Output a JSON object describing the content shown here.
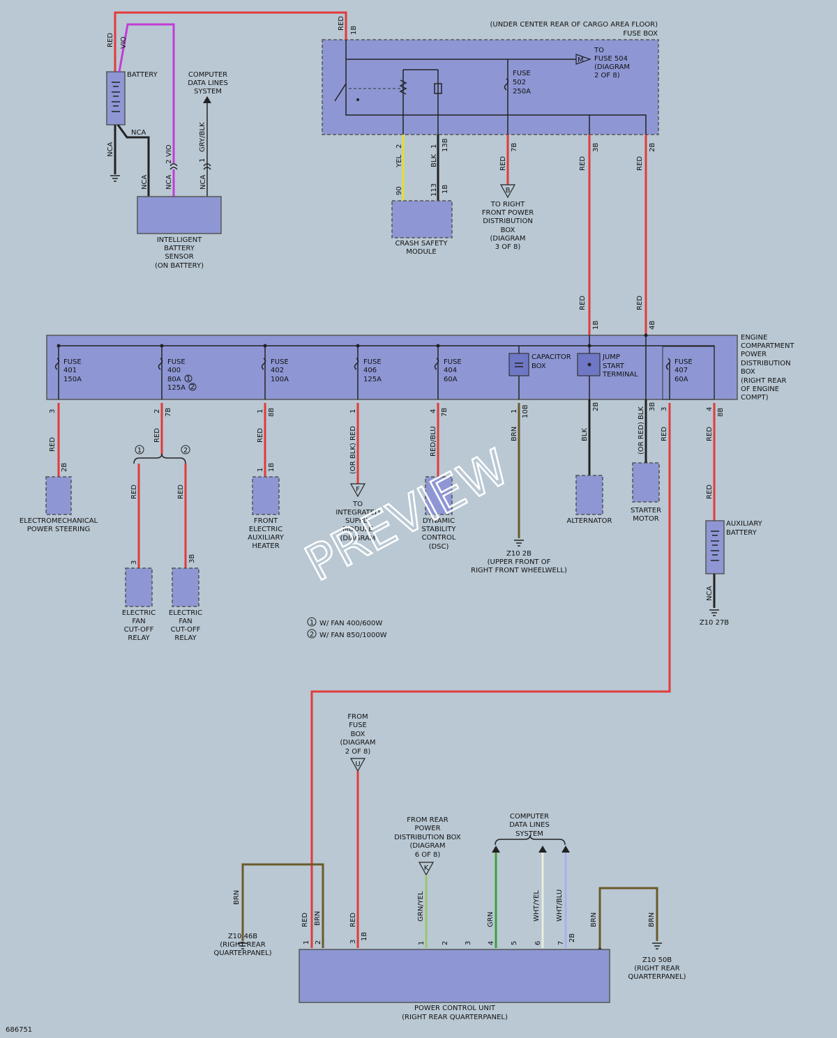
{
  "labels": {
    "fusebox_top": "(UNDER CENTER REAR OF CARGO AREA FLOOR)",
    "fusebox_top2": "FUSE BOX",
    "battery": "BATTERY",
    "cdl1": "COMPUTER",
    "cdl2": "DATA LINES",
    "cdl3": "SYSTEM",
    "ibs1": "INTELLIGENT",
    "ibs2": "BATTERY",
    "ibs3": "SENSOR",
    "ibs4": "(ON BATTERY)",
    "to_fuse504_1": "TO",
    "to_fuse504_2": "FUSE 504",
    "to_fuse504_3": "(DIAGRAM",
    "to_fuse504_4": "2 OF 8)",
    "fuse502_1": "FUSE",
    "fuse502_2": "502",
    "fuse502_3": "250A",
    "csm1": "CRASH SAFETY",
    "csm2": "MODULE",
    "rfp1": "TO RIGHT",
    "rfp2": "FRONT POWER",
    "rfp3": "DISTRIBUTION",
    "rfp4": "BOX",
    "rfp5": "(DIAGRAM",
    "rfp6": "3 OF 8)",
    "ecp1": "ENGINE",
    "ecp2": "COMPARTMENT",
    "ecp3": "POWER",
    "ecp4": "DISTRIBUTION",
    "ecp5": "BOX",
    "ecp6": "(RIGHT REAR",
    "ecp7": "OF ENGINE",
    "ecp8": "COMPT)",
    "f401a": "FUSE",
    "f401b": "401",
    "f401c": "150A",
    "f400a": "FUSE",
    "f400b": "400",
    "f400c": "80A",
    "f400d": "125A",
    "f402a": "FUSE",
    "f402b": "402",
    "f402c": "100A",
    "f406a": "FUSE",
    "f406b": "406",
    "f406c": "125A",
    "f404a": "FUSE",
    "f404b": "404",
    "f404c": "60A",
    "cap1": "CAPACITOR",
    "cap2": "BOX",
    "jst1": "JUMP",
    "jst2": "START",
    "jst3": "TERMINAL",
    "f407a": "FUSE",
    "f407b": "407",
    "f407c": "60A",
    "eps1": "ELECTROMECHANICAL",
    "eps2": "POWER STEERING",
    "fan1a": "ELECTRIC",
    "fan1b": "FAN",
    "fan1c": "CUT-OFF",
    "fan1d": "RELAY",
    "fan2a": "ELECTRIC",
    "fan2b": "FAN",
    "fan2c": "CUT-OFF",
    "fan2d": "RELAY",
    "feah1": "FRONT",
    "feah2": "ELECTRIC",
    "feah3": "AUXILIARY",
    "feah4": "HEATER",
    "ism1": "TO",
    "ism2": "INTEGRATED",
    "ism3": "SUPPLY",
    "ism4": "MODULE",
    "ism5": "(DIAGRAM",
    "dsc1": "DYNAMIC",
    "dsc2": "STABILITY",
    "dsc3": "CONTROL",
    "dsc4": "(DSC)",
    "z10_2b_1": "Z10 2B",
    "z10_2b_2": "(UPPER FRONT OF",
    "z10_2b_3": "RIGHT FRONT WHEELWELL)",
    "alt": "ALTERNATOR",
    "starter1": "STARTER",
    "starter2": "MOTOR",
    "aux1": "AUXILIARY",
    "aux2": "BATTERY",
    "z10_27b": "Z10 27B",
    "note1": "W/ FAN 400/600W",
    "note2": "W/ FAN 850/1000W",
    "ffb1": "FROM",
    "ffb2": "FUSE",
    "ffb3": "BOX",
    "ffb4": "(DIAGRAM",
    "ffb5": "2 OF 8)",
    "frp1": "FROM REAR",
    "frp2": "POWER",
    "frp3": "DISTRIBUTION BOX",
    "frp4": "(DIAGRAM",
    "frp5": "6 OF 8)",
    "cdlb1": "COMPUTER",
    "cdlb2": "DATA LINES",
    "cdlb3": "SYSTEM",
    "z10_46b_1": "Z10 46B",
    "z10_46b_2": "(RIGHT REAR",
    "z10_46b_3": "QUARTERPANEL)",
    "z10_50b_1": "Z10 50B",
    "z10_50b_2": "(RIGHT REAR",
    "z10_50b_3": "QUARTERPANEL)",
    "pcu1": "POWER CONTROL UNIT",
    "pcu2": "(RIGHT REAR QUARTERPANEL)",
    "diagram_id": "686751",
    "watermark": "PREVIEW"
  },
  "connectors": {
    "B": "B",
    "F": "F",
    "U": "U",
    "K": "K",
    "M": "M",
    "one": "1",
    "two": "2"
  },
  "wires": {
    "red": "RED",
    "vio": "VIO",
    "nca": "NCA",
    "gryblk": "GRY/BLK",
    "yel": "YEL",
    "blk": "BLK",
    "orblk_red": "(OR BLK) RED",
    "redblu": "RED/BLU",
    "brn": "BRN",
    "orred_blk": "(OR RED) BLK",
    "grnyel": "GRN/YEL",
    "grn": "GRN",
    "whtyel": "WHT/YEL",
    "whtblu": "WHT/BLU"
  },
  "pins": {
    "p1B": "1B",
    "p2": "2",
    "p1": "1",
    "p13B": "13B",
    "p7B": "7B",
    "p3B": "3B",
    "p2B": "2B",
    "p90": "90",
    "p113": "113",
    "p1Bb": "1B",
    "p4B": "4B",
    "p3": "3",
    "p8B": "8B",
    "p10B": "10B",
    "p4": "4",
    "p5": "5",
    "p6": "6",
    "p7": "7"
  },
  "colors": {
    "background": "#b9c8d3",
    "box": "#8e97d4",
    "red": "#e23a3a",
    "violet": "#c43bd6",
    "brown": "#6b5a2a",
    "green": "#39a23a"
  }
}
